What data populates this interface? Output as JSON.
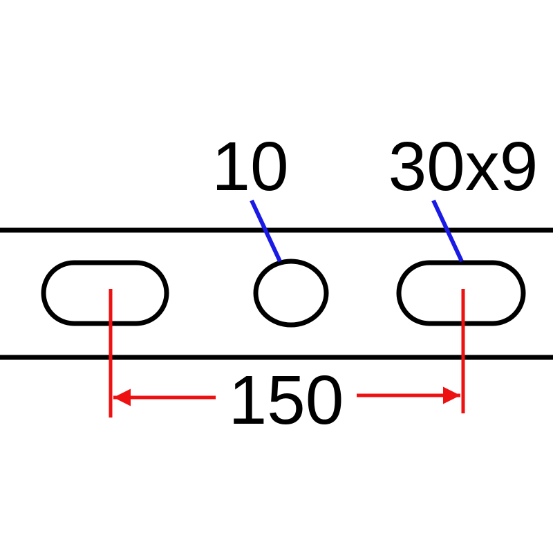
{
  "labels": {
    "hole_diameter": "10",
    "slot_size": "30x9",
    "spacing": "150"
  },
  "colors": {
    "outline": "#000000",
    "leader": "#1a1ae6",
    "dimension": "#ee1111",
    "background": "#ffffff"
  }
}
